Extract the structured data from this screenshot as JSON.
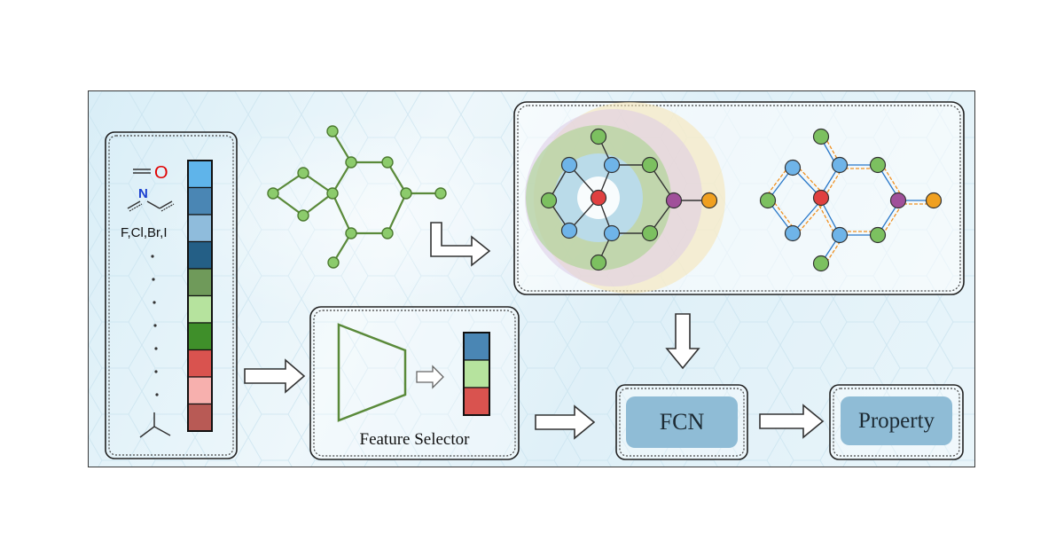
{
  "figure": {
    "labels": {
      "oxygen": "O",
      "nitrogen": "N",
      "halogens": "F,Cl,Br,I",
      "feature_selector": "Feature Selector",
      "fcn": "FCN",
      "property": "Property"
    },
    "colors": {
      "background": "#e3f2f9",
      "graph_green": "#5a8a3a",
      "node_green": "#7cc060",
      "node_blue": "#6fb4e8",
      "node_red": "#e04040",
      "node_purple": "#a0509a",
      "node_orange": "#f0a020",
      "fcn_fill": "#8fbcd6",
      "oxygen_red": "#e00000",
      "nitrogen_blue": "#1a3fd0"
    },
    "feature_vector_colors": [
      "#5fb4ea",
      "#4a86b4",
      "#8fbcdc",
      "#245f86",
      "#6f9a5a",
      "#b6e39e",
      "#3f8f2a",
      "#d9534f",
      "#f7b0ae",
      "#b85a55"
    ],
    "selected_feature_colors": [
      "#4a86b4",
      "#b6e39e",
      "#d9534f"
    ]
  }
}
